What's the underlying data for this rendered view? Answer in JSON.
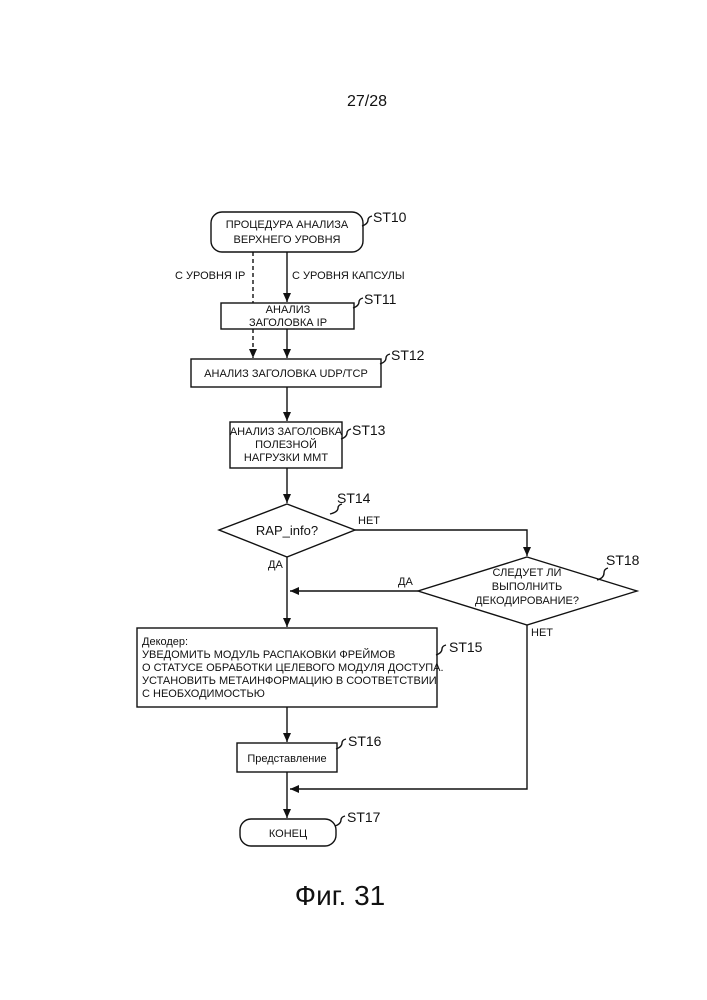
{
  "page_number": "27/28",
  "figure_caption": "Фиг. 31",
  "steps": {
    "st10": {
      "tag": "ST10",
      "line1": "ПРОЦЕДУРА АНАЛИЗА",
      "line2": "ВЕРХНЕГО УРОВНЯ"
    },
    "st11": {
      "tag": "ST11",
      "line1": "АНАЛИЗ",
      "line2": "ЗАГОЛОВКА IP"
    },
    "st12": {
      "tag": "ST12",
      "line1": "АНАЛИЗ ЗАГОЛОВКА UDP/TCP"
    },
    "st13": {
      "tag": "ST13",
      "line1": "АНАЛИЗ ЗАГОЛОВКА",
      "line2": "ПОЛЕЗНОЙ",
      "line3": "НАГРУЗКИ ММТ"
    },
    "st14": {
      "tag": "ST14",
      "line1": "RAP_info?"
    },
    "st18": {
      "tag": "ST18",
      "line1": "СЛЕДУЕТ ЛИ",
      "line2": "ВЫПОЛНИТЬ",
      "line3": "ДЕКОДИРОВАНИЕ?"
    },
    "st15": {
      "tag": "ST15",
      "line1": "Декодер:",
      "line2": "УВЕДОМИТЬ МОДУЛЬ РАСПАКОВКИ ФРЕЙМОВ",
      "line3": "О СТАТУСЕ ОБРАБОТКИ ЦЕЛЕВОГО МОДУЛЯ ДОСТУПА.",
      "line4": "УСТАНОВИТЬ МЕТАИНФОРМАЦИЮ В СООТВЕТСТВИИ",
      "line5": "С НЕОБХОДИМОСТЬЮ"
    },
    "st16": {
      "tag": "ST16",
      "line1": "Представление"
    },
    "st17": {
      "tag": "ST17",
      "line1": "КОНЕЦ"
    }
  },
  "edge_labels": {
    "from_ip": "С УРОВНЯ IP",
    "from_capsule": "С УРОВНЯ КАПСУЛЫ",
    "st14_no": "НЕТ",
    "st14_yes": "ДА",
    "st18_yes": "ДА",
    "st18_no": "НЕТ"
  }
}
